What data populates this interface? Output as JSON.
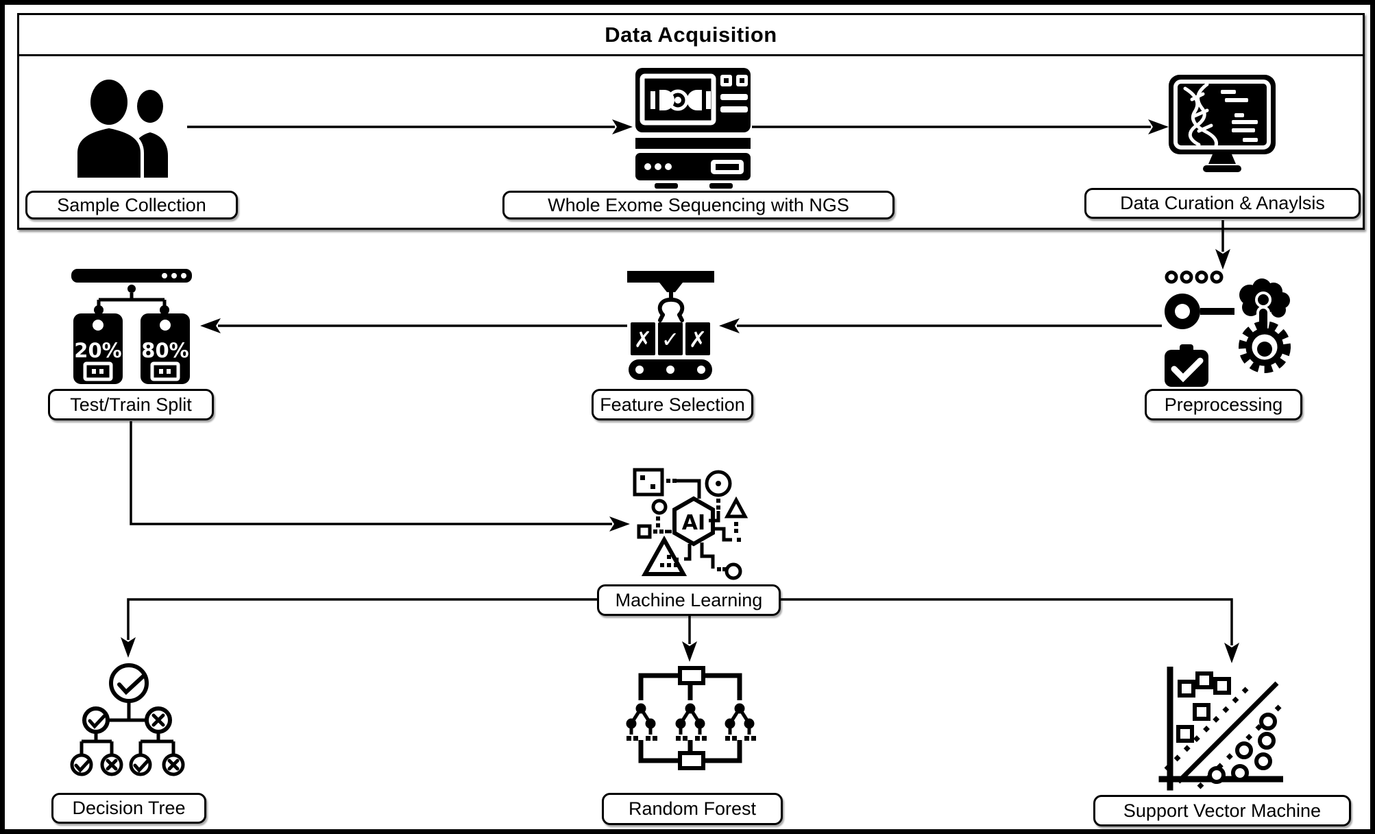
{
  "palette": {
    "ink": "#000000",
    "paper": "#ffffff"
  },
  "data_acquisition": {
    "title": "Data Acquisition",
    "sample_collection": {
      "label": "Sample Collection"
    },
    "sequencing": {
      "label": "Whole Exome Sequencing with NGS"
    },
    "curation": {
      "label": "Data Curation & Anaylsis"
    }
  },
  "processing": {
    "preprocessing": {
      "label": "Preprocessing"
    },
    "feature_selection": {
      "label": "Feature Selection",
      "marks": [
        "✗",
        "✓",
        "✗"
      ]
    },
    "test_train_split": {
      "label": "Test/Train Split",
      "test_pct": "20%",
      "train_pct": "80%"
    }
  },
  "machine_learning": {
    "label": "Machine Learning",
    "ai_text": "AI"
  },
  "models": {
    "decision_tree": {
      "label": "Decision Tree"
    },
    "random_forest": {
      "label": "Random Forest"
    },
    "svm": {
      "label": "Support Vector Machine"
    }
  }
}
